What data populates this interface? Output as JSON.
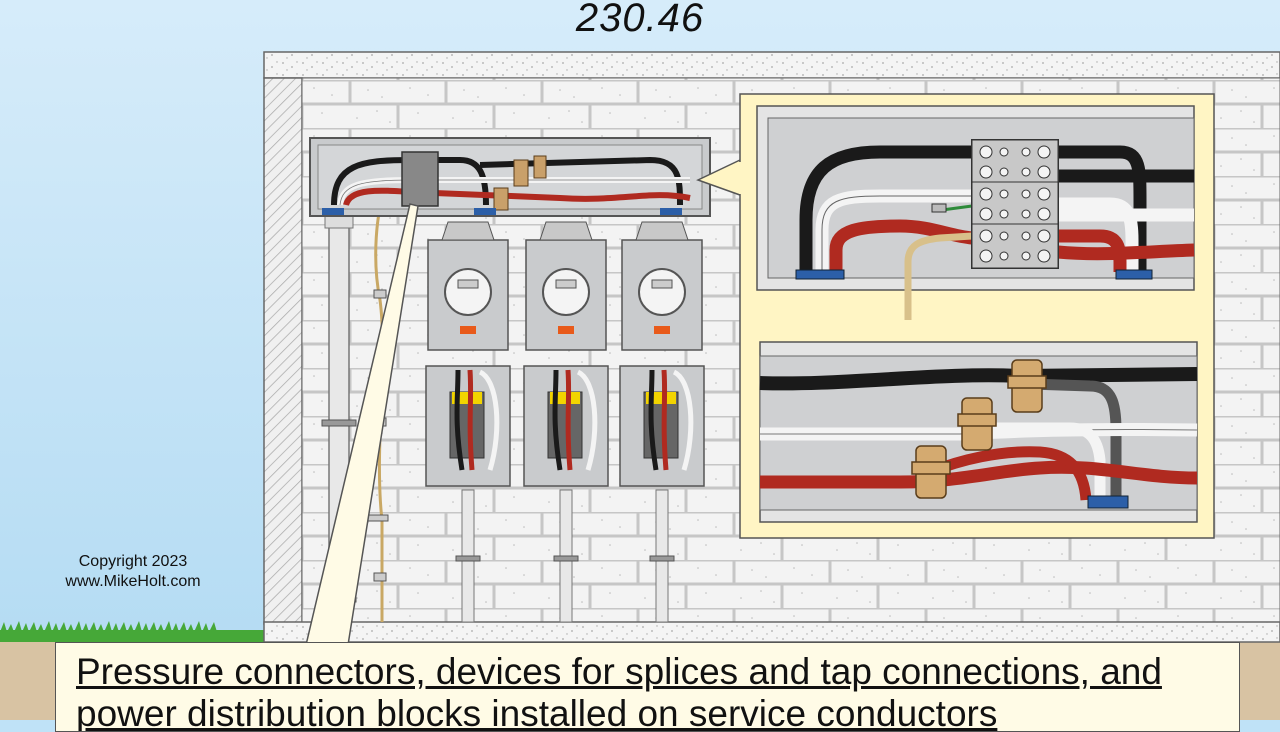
{
  "title": "230.46",
  "copyright": {
    "line1": "Copyright 2023",
    "line2": "www.MikeHolt.com"
  },
  "caption": {
    "text": "Pressure connectors, devices for splices and tap connections, and power distribution blocks installed on service conductors"
  },
  "colors": {
    "sky": "#bfe2f7",
    "wall": "#f2f2f2",
    "brick_line": "#c9c9c9",
    "callout": "#fff5c4",
    "gutter": "#c8cacc",
    "conductor_black": "#1a1a1a",
    "conductor_red": "#b02a20",
    "conductor_white": "#f4f4f4",
    "bonding_bare": "#d8c08a",
    "grass": "#4caf3c",
    "soil": "#d8c3a3"
  },
  "icons": {
    "power_distribution_block": "distribution-block-icon",
    "split_bolt_tap": "split-bolt-connector-icon",
    "meter": "electric-meter-icon",
    "disconnect": "circuit-breaker-icon"
  }
}
